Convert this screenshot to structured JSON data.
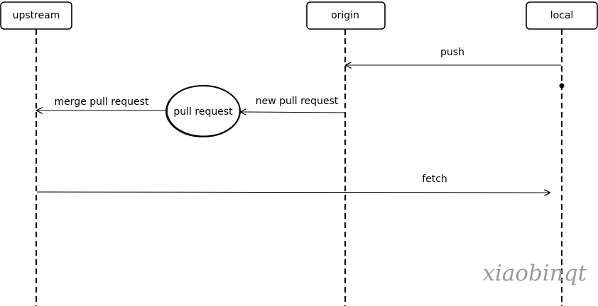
{
  "participants": {
    "upstream": "upstream",
    "origin": "origin",
    "local": "local"
  },
  "messages": {
    "push": "push",
    "new_pull_request": "new pull request",
    "merge_pull_request": "merge pull request",
    "fetch": "fetch"
  },
  "nodes": {
    "pull_request": "pull request"
  },
  "watermark": "xiaobinqt",
  "colors": {
    "line": "#000000",
    "watermark": "#9a9a9a",
    "background": "#ffffff"
  }
}
